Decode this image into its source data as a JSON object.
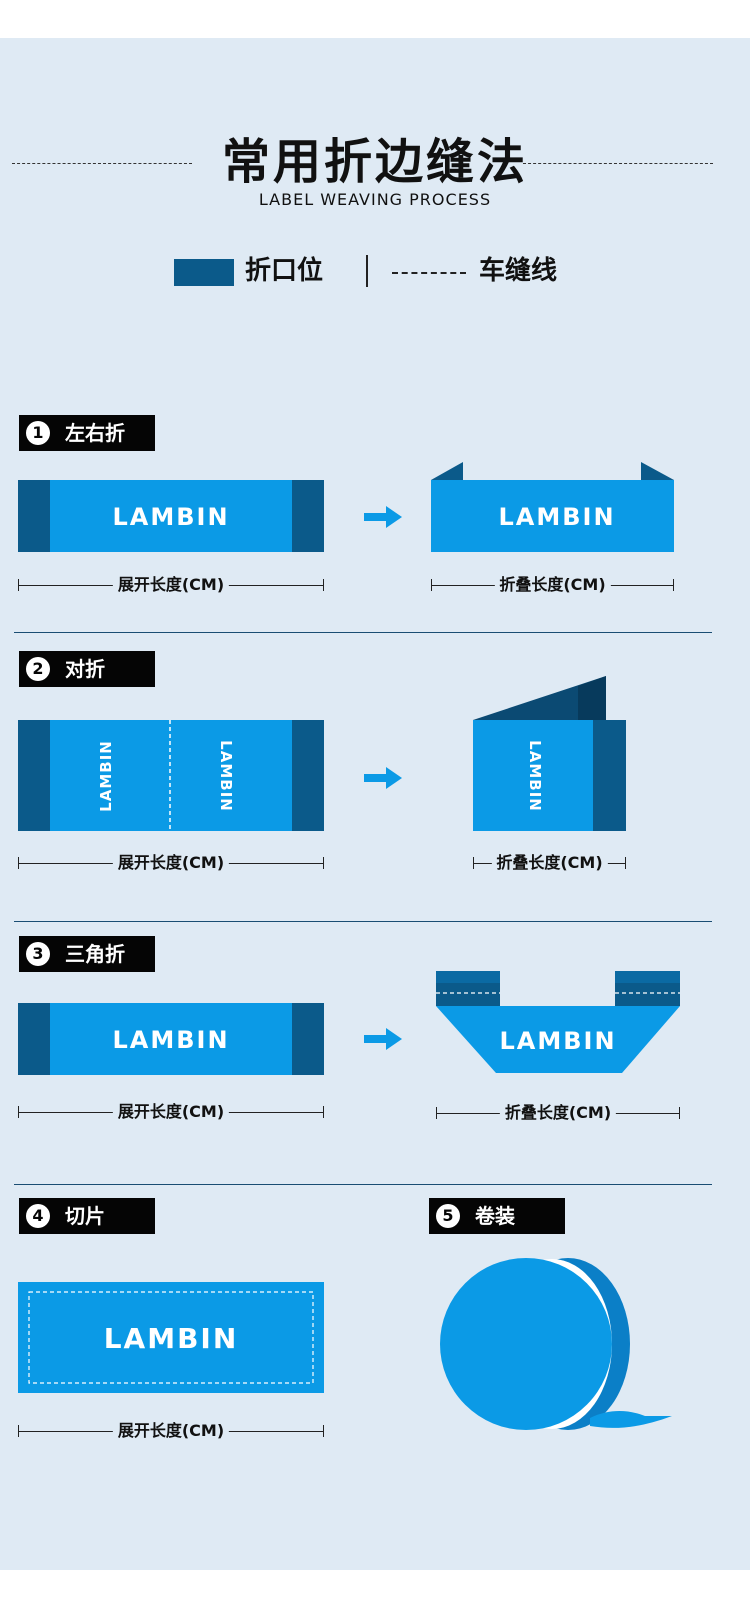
{
  "header": {
    "title": "常用折边缝法",
    "subtitle": "LABEL WEAVING PROCESS"
  },
  "legend": {
    "fold_label": "折口位",
    "stitch_label": "车缝线"
  },
  "brand": "LAMBIN",
  "colors": {
    "panel_bg": "#dfeaf4",
    "label_blue": "#0b9ae6",
    "fold_dark": "#0b5a8a",
    "arrow": "#0b9ae6"
  },
  "sections": [
    {
      "number": "1",
      "title": "左右折",
      "unfolded_dim": "展开长度(CM)",
      "folded_dim": "折叠长度(CM)"
    },
    {
      "number": "2",
      "title": "对折",
      "unfolded_dim": "展开长度(CM)",
      "folded_dim": "折叠长度(CM)"
    },
    {
      "number": "3",
      "title": "三角折",
      "unfolded_dim": "展开长度(CM)",
      "folded_dim": "折叠长度(CM)"
    },
    {
      "number": "4",
      "title": "切片",
      "unfolded_dim": "展开长度(CM)"
    },
    {
      "number": "5",
      "title": "卷装"
    }
  ]
}
